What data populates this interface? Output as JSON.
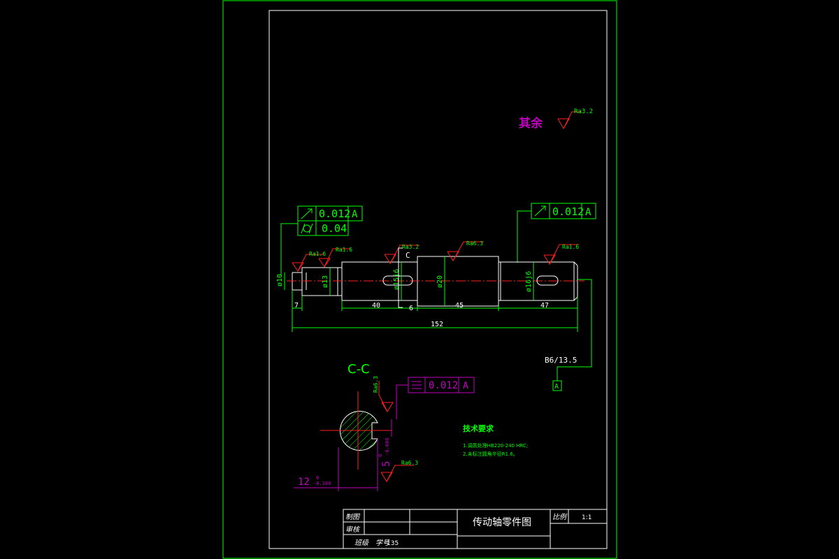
{
  "title_block": {
    "drawing_name": "传动轴零件图",
    "drawn_by_label": "制图",
    "checked_by_label": "审核",
    "scale_label": "比例",
    "scale_value": "1:1",
    "class_label": "班级",
    "number_label": "学号",
    "number_value": "135"
  },
  "roughness": {
    "general_label": "其余",
    "general_value": "Ra3.2",
    "left_1": "Ra1.6",
    "left_2": "Ra1.6",
    "key_1": "Ra3.2",
    "mid": "Ra6.3",
    "right": "Ra1.6",
    "section_1": "Ra6.3",
    "section_2": "Ra6.3"
  },
  "tolerance_frames": {
    "left_runout": "0.012",
    "left_runout_datum": "A",
    "left_cyl": "0.04",
    "right_runout": "0.012",
    "right_runout_datum": "A",
    "section_sym": "0.012",
    "section_sym_datum": "A"
  },
  "dimensions": {
    "d10": "ø10",
    "d13": "ø13",
    "d15": "ø15j6",
    "d20": "ø20",
    "d16": "ø16j6",
    "len_7": "7",
    "len_40": "40",
    "len_6": "6",
    "len_45": "45",
    "len_47": "47",
    "len_152": "152",
    "section_C": "C",
    "datum_A": "A",
    "bearing_spec": "B6/13.5"
  },
  "section": {
    "title": "C-C",
    "width_value": "12",
    "width_tol_upper": "0",
    "width_tol_lower": "-0.180",
    "depth_value": "5",
    "depth_tol_upper": "0",
    "depth_tol_lower": "-0.080"
  },
  "technical_requirements": {
    "title": "技术要求",
    "item_1": "1.调质处理HB220-240 HRC;",
    "item_2": "2.未标注圆角半径R1.6。"
  }
}
